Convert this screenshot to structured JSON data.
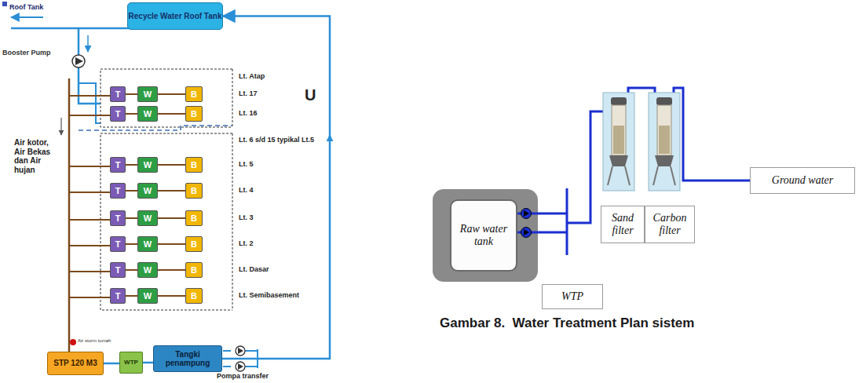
{
  "diagram": {
    "caption": "Gambar 8.  Water Treatment Plan sistem",
    "nodes": [
      {
        "text": [
          "Recycle Water Roof Tank"
        ]
      },
      {
        "text": [
          "T"
        ]
      },
      {
        "text": [
          "W"
        ]
      },
      {
        "text": [
          "B"
        ]
      },
      {
        "text": [
          "T"
        ]
      },
      {
        "text": [
          "W"
        ]
      },
      {
        "text": [
          "B"
        ]
      },
      {
        "text": [
          "T"
        ]
      },
      {
        "text": [
          "W"
        ]
      },
      {
        "text": [
          "B"
        ]
      },
      {
        "text": [
          "T"
        ]
      },
      {
        "text": [
          "W"
        ]
      },
      {
        "text": [
          "B"
        ]
      },
      {
        "text": [
          "T"
        ]
      },
      {
        "text": [
          "W"
        ]
      },
      {
        "text": [
          "B"
        ]
      },
      {
        "text": [
          "T"
        ]
      },
      {
        "text": [
          "W"
        ]
      },
      {
        "text": [
          "B"
        ]
      },
      {
        "text": [
          "T"
        ]
      },
      {
        "text": [
          "W"
        ]
      },
      {
        "text": [
          "B"
        ]
      },
      {
        "text": [
          "T"
        ]
      },
      {
        "text": [
          "W"
        ]
      },
      {
        "text": [
          "B"
        ]
      },
      {
        "text": [
          "STP 120 M3"
        ]
      },
      {
        "text": [
          "WTP"
        ]
      },
      {
        "text": [
          "Tangki penampung"
        ]
      },
      {
        "text": [
          "Raw water tank"
        ]
      },
      {
        "text": [
          "WTP"
        ]
      },
      {
        "text": [
          "Sand filter"
        ]
      },
      {
        "text": [
          "Carbon filter"
        ]
      },
      {
        "text": [
          "Ground water"
        ]
      }
    ],
    "edges": [
      {
        "from": 1,
        "to": 2,
        "arrow": "none"
      },
      {
        "from": 2,
        "to": 3,
        "arrow": "none"
      },
      {
        "from": 4,
        "to": 5,
        "arrow": "none"
      },
      {
        "from": 5,
        "to": 6,
        "arrow": "none"
      },
      {
        "from": 7,
        "to": 8,
        "arrow": "none"
      },
      {
        "from": 8,
        "to": 9,
        "arrow": "none"
      },
      {
        "from": 10,
        "to": 11,
        "arrow": "none"
      },
      {
        "from": 11,
        "to": 12,
        "arrow": "none"
      },
      {
        "from": 13,
        "to": 14,
        "arrow": "none"
      },
      {
        "from": 14,
        "to": 15,
        "arrow": "none"
      },
      {
        "from": 16,
        "to": 17,
        "arrow": "none"
      },
      {
        "from": 17,
        "to": 18,
        "arrow": "none"
      },
      {
        "from": 19,
        "to": 20,
        "arrow": "none"
      },
      {
        "from": 20,
        "to": 21,
        "arrow": "none"
      },
      {
        "from": 22,
        "to": 23,
        "arrow": "none"
      },
      {
        "from": 23,
        "to": 24,
        "arrow": "none"
      },
      {
        "from": 25,
        "to": 26,
        "arrow": "none"
      },
      {
        "from": 26,
        "to": 27,
        "arrow": "none"
      },
      {
        "from": 27,
        "to": 0,
        "arrow": "to"
      }
    ],
    "labels": [
      "Roof Tank",
      "Booster Pump",
      "Lt. Atap",
      "Lt. 17",
      "Lt. 16",
      "Lt. 6 s/d 15 typikal Lt.5",
      "Lt. 5",
      "Lt. 4",
      "Lt. 3",
      "Lt. 2",
      "Lt. Dasar",
      "Lt. Semibasement",
      "U",
      "Air kotor, Air Bekas dan Air hujan",
      "Air storm tumah",
      "Pompa transfer"
    ]
  }
}
